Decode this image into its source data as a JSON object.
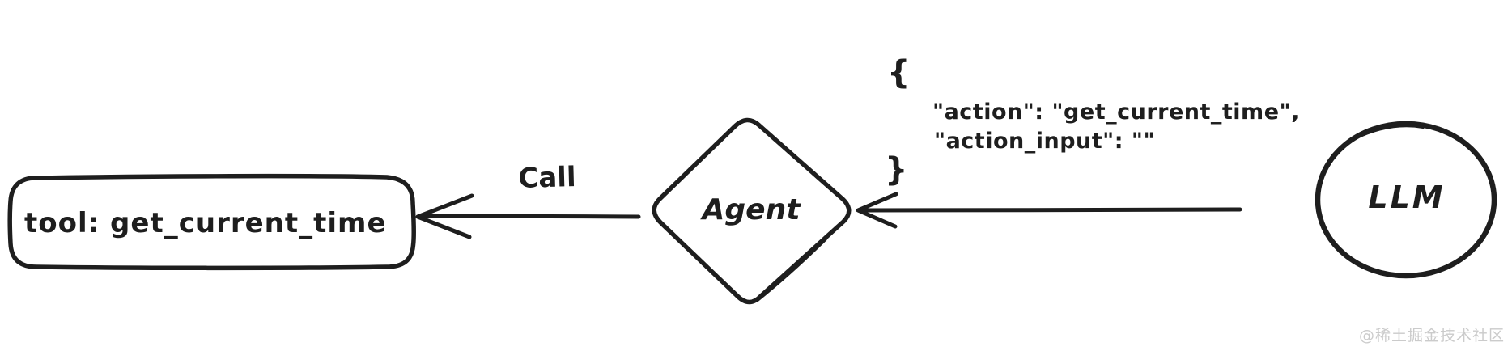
{
  "canvas": {
    "background_color": "#ffffff",
    "ink_color": "#1e1e1e"
  },
  "nodes": {
    "tool": {
      "label": "tool: get_current_time"
    },
    "agent": {
      "label": "Agent"
    },
    "llm": {
      "label": "LLM"
    }
  },
  "arrows": {
    "call": {
      "label": "Call"
    }
  },
  "annotation": {
    "open_brace": "{",
    "line1": "\"action\": \"get_current_time\",",
    "line2": "\"action_input\": \"\"",
    "close_brace": "}"
  },
  "watermark": {
    "text": "@稀土掘金技术社区",
    "color": "#cbcbcb"
  }
}
